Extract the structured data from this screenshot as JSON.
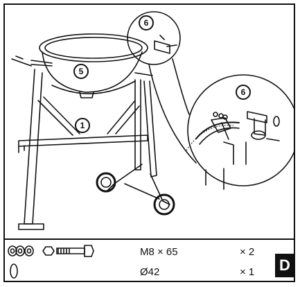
{
  "illustration": {
    "callouts": [
      "6",
      "5",
      "1",
      "6"
    ]
  },
  "parts": [
    {
      "icon": "bolt-nut-washer-set-icon",
      "spec": "M8 × 65",
      "qty": "× 2"
    },
    {
      "icon": "ring-washer-icon",
      "spec": "Ø42",
      "qty": "× 1"
    }
  ],
  "step": "D",
  "colors": {
    "ink": "#111111",
    "paper": "#ffffff",
    "badge": "#111111"
  }
}
